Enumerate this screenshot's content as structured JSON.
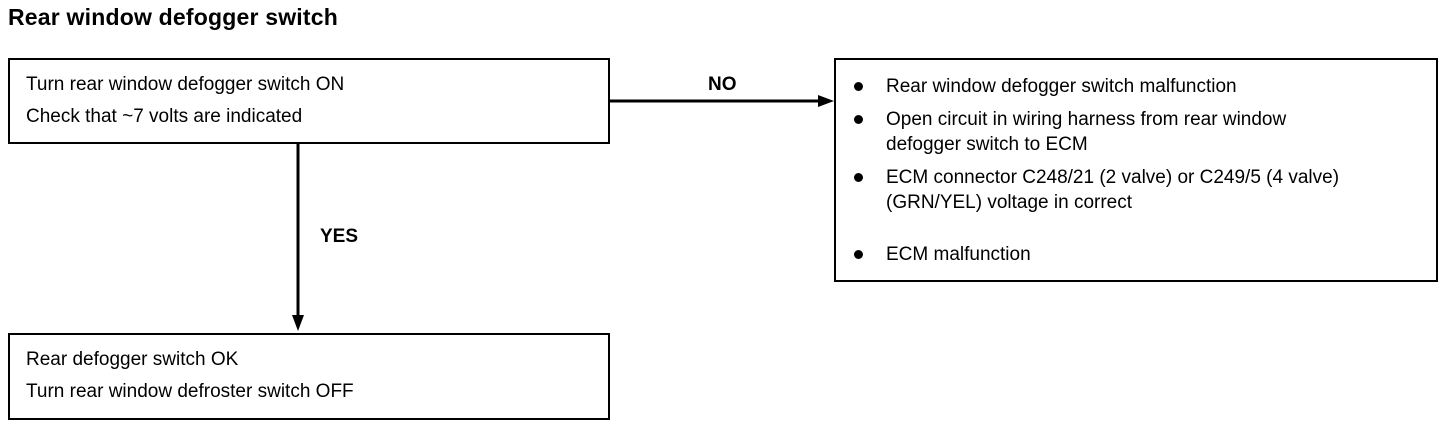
{
  "title": "Rear window defogger switch",
  "check_box": {
    "line1": "Turn rear window defogger switch ON",
    "line2": "Check that ~7 volts are indicated"
  },
  "no_label": "NO",
  "yes_label": "YES",
  "ok_box": {
    "line1": "Rear defogger switch OK",
    "line2": "Turn rear window defroster switch OFF"
  },
  "faults": [
    {
      "lines": [
        "Rear window defogger switch malfunction"
      ]
    },
    {
      "lines": [
        "Open circuit in wiring harness from rear window",
        "defogger switch to ECM"
      ]
    },
    {
      "lines": [
        "ECM connector C248/21 (2 valve) or C249/5 (4 valve)",
        "(GRN/YEL) voltage in correct"
      ]
    },
    {
      "lines": [
        "ECM malfunction"
      ]
    }
  ]
}
